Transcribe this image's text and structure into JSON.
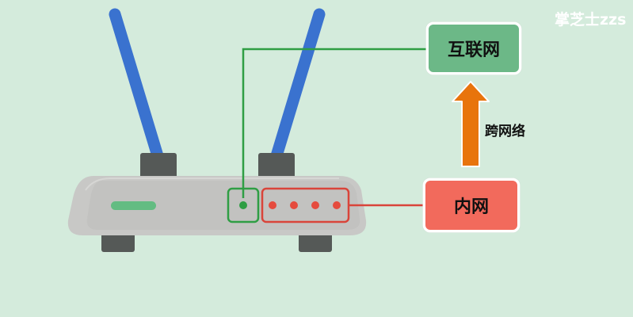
{
  "labels": {
    "internet": "互联网",
    "intranet": "内网",
    "cross_network": "跨网络",
    "watermark": "掌芝士zzs"
  },
  "colors": {
    "background": "#d4ebdc",
    "internet_box": "#6cb887",
    "intranet_box": "#f26a5c",
    "wan_line": "#2f9e44",
    "lan_line": "#d9443a",
    "arrow": "#e8740c",
    "antenna": "#3a72cf",
    "router_body": "#c8c8c6",
    "router_dark": "#555957"
  },
  "icons": {
    "router": "router-icon",
    "antenna": "antenna-icon",
    "arrow": "arrow-up-icon"
  }
}
